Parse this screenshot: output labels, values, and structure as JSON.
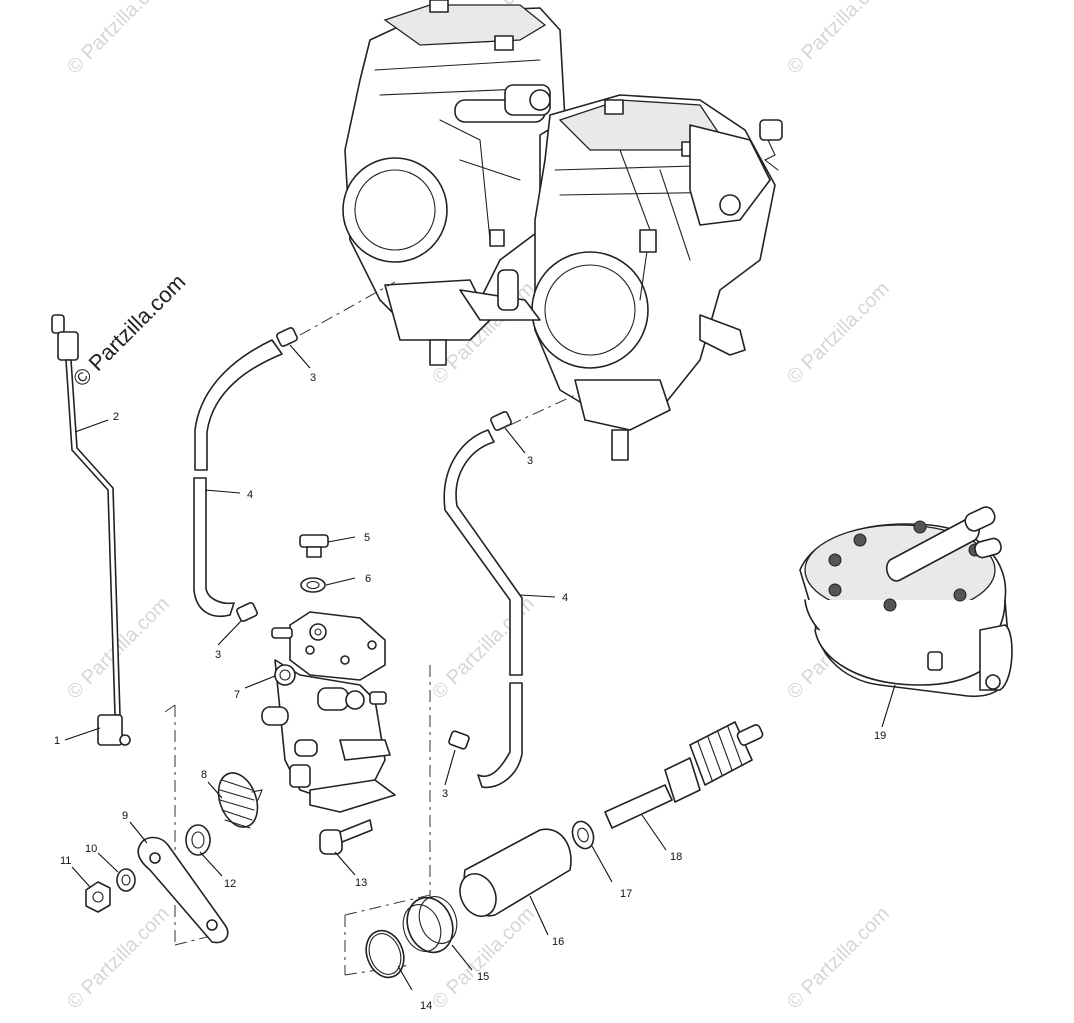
{
  "watermark": {
    "main_text": "© Partzilla.com",
    "repeat_text": "© Partzilla.com"
  },
  "callouts": {
    "c1": "1",
    "c2": "2",
    "c3a": "3",
    "c3b": "3",
    "c3c": "3",
    "c3d": "3",
    "c4a": "4",
    "c4b": "4",
    "c5": "5",
    "c6": "6",
    "c7": "7",
    "c8": "8",
    "c9": "9",
    "c10": "10",
    "c11": "11",
    "c12": "12",
    "c13": "13",
    "c14": "14",
    "c15": "15",
    "c16": "16",
    "c17": "17",
    "c18": "18",
    "c19": "19"
  }
}
